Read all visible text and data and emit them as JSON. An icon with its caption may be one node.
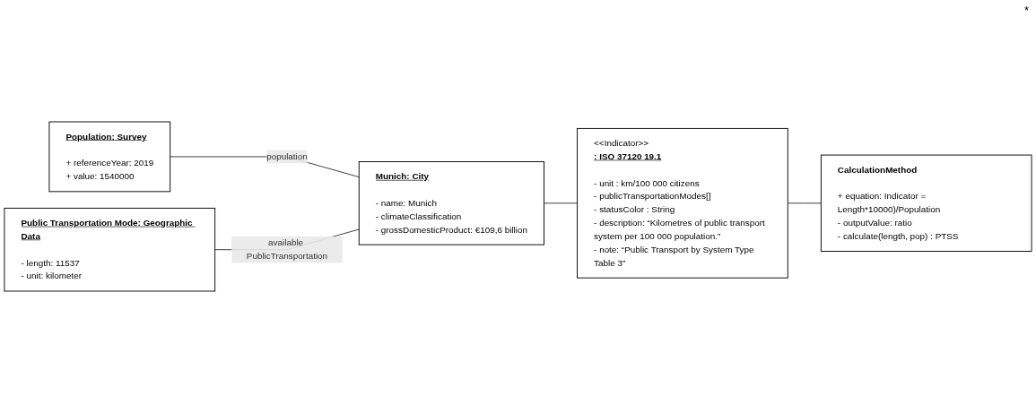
{
  "diagram": {
    "nodes": [
      {
        "text": [
          "Population: Survey",
          "+ referenceYear: 2019",
          "+ value: 1540000"
        ]
      },
      {
        "text": [
          "Public Transportation Mode: Geographic Data",
          "- length: 11537",
          "- unit: kilometer"
        ]
      },
      {
        "text": [
          "Munich: City",
          "- name: Munich",
          "- climateClassification",
          "- grossDomesticProduct:  €109,6 billion"
        ]
      },
      {
        "text": [
          "<<Indicator>>",
          ": ISO 37120 19.1",
          "- unit : km/100 000 citizens",
          "- publicTransportationModes[]",
          "- statusColor : String",
          "- description: “Kilometres of public transport system per 100 000 population.”",
          "- note: “Public Transport by System Type Table 3”"
        ]
      },
      {
        "text": [
          "CalculationMethod",
          "+ equation: Indicator = Length*10000)/Population",
          "- outputValue: ratio",
          "- calculate(length, pop) : PTSS"
        ]
      }
    ],
    "edges": [
      {
        "from": 0,
        "to": 2,
        "arrow": "none",
        "label": "population"
      },
      {
        "from": 1,
        "to": 2,
        "arrow": "none",
        "label": "available PublicTransportation"
      },
      {
        "from": 2,
        "to": 3,
        "arrow": "none"
      },
      {
        "from": 3,
        "to": 4,
        "arrow": "none"
      }
    ],
    "labels": [
      "*"
    ]
  }
}
